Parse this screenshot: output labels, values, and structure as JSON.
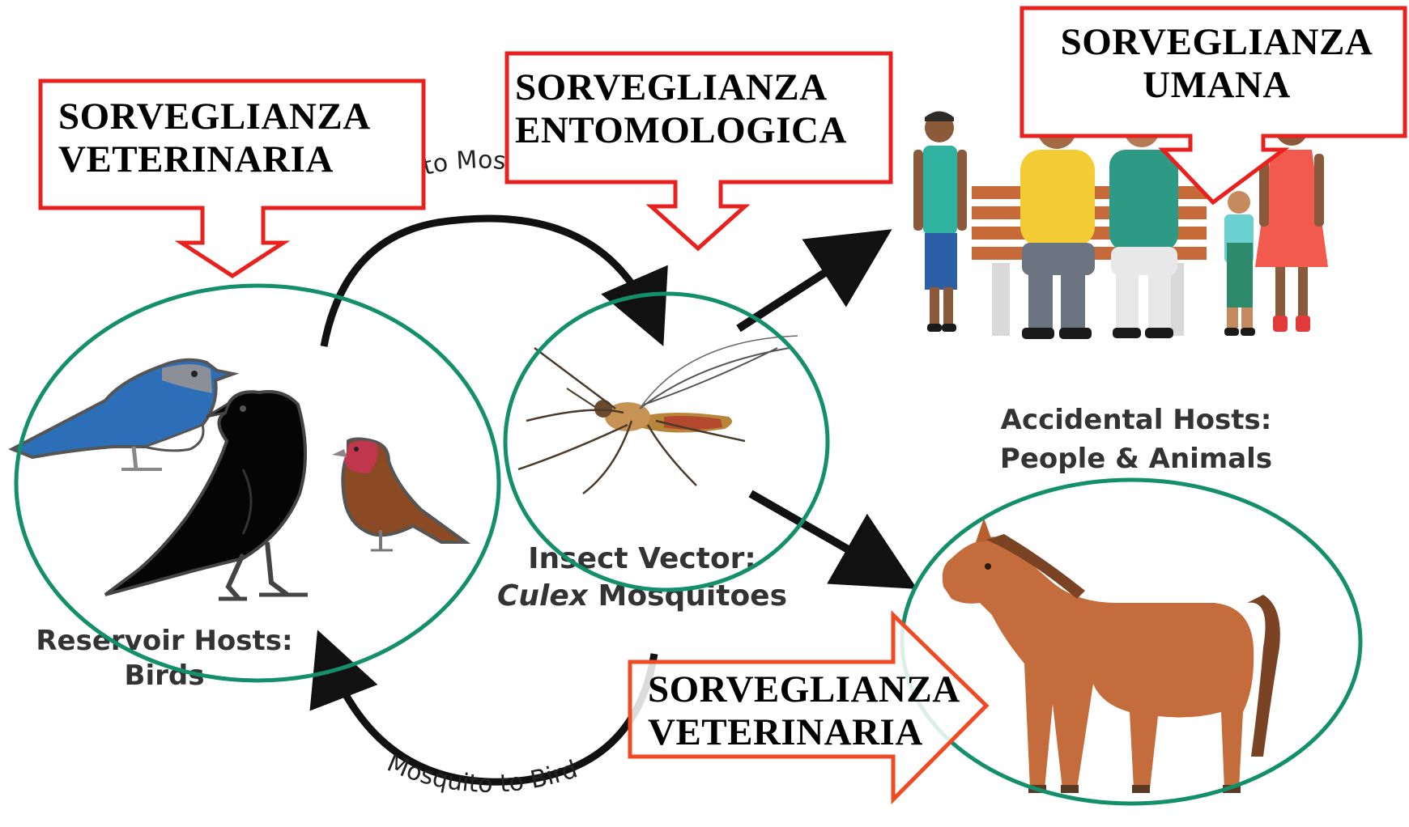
{
  "labels": {
    "reservoir_line1": "Reservoir Hosts:",
    "reservoir_line2": "Birds",
    "vector_line1": "Insect Vector:",
    "vector_line2_italic": "Culex",
    "vector_line2_rest": " Mosquitoes",
    "accidental_line1": "Accidental Hosts:",
    "accidental_line2": "People & Animals",
    "bird_to_mosquito": "Bird to Mosquito",
    "mosquito_to_bird": "Mosquito to Bird"
  },
  "callouts": {
    "veterinary_top": {
      "line1": "SORVEGLIANZA",
      "line2": "VETERINARIA"
    },
    "entomological": {
      "line1": "SORVEGLIANZA",
      "line2": "ENTOMOLOGICA"
    },
    "human": {
      "line1": "SORVEGLIANZA",
      "line2": "UMANA"
    },
    "veterinary_bottom": {
      "line1": "SORVEGLIANZA",
      "line2": "VETERINARIA"
    }
  },
  "colors": {
    "circle_green": "#13906a",
    "callout_red": "#e8201e",
    "callout_orange_red": "#f04a24",
    "arrow_black": "#111111"
  },
  "icons": [
    "blue-bird-icon",
    "crow-icon",
    "finch-icon",
    "mosquito-icon",
    "family-on-bench-icon",
    "horse-icon"
  ]
}
